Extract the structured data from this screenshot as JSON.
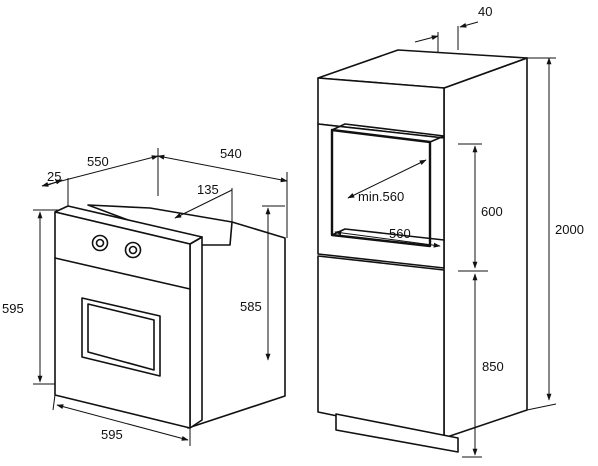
{
  "dimensions": {
    "oven_width_front": "595",
    "oven_height": "595",
    "oven_depth_total": "550",
    "oven_body_depth": "540",
    "front_panel_thickness": "25",
    "top_offset": "135",
    "body_height_side": "585",
    "cabinet_top_gap": "40",
    "cabinet_total_height": "2000",
    "niche_height": "600",
    "niche_min_depth": "min.560",
    "niche_width": "560",
    "lower_height": "850"
  }
}
